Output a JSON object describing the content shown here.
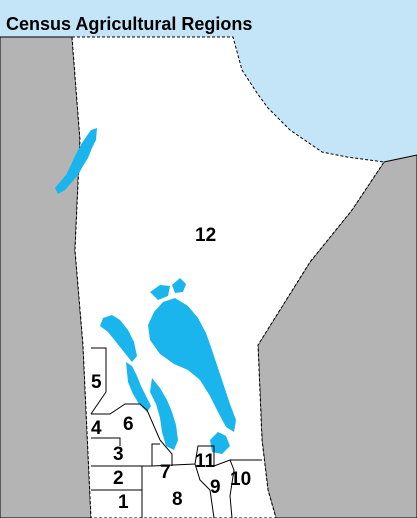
{
  "title": "Census Agricultural Regions",
  "colors": {
    "water": "#c4e4f8",
    "lake": "#1ab5ec",
    "neighbor_land": "#b4b4b4",
    "province_land": "#ffffff",
    "border": "#000000"
  },
  "regions": [
    {
      "id": "12",
      "label": "12"
    },
    {
      "id": "5",
      "label": "5"
    },
    {
      "id": "4",
      "label": "4"
    },
    {
      "id": "6",
      "label": "6"
    },
    {
      "id": "3",
      "label": "3"
    },
    {
      "id": "2",
      "label": "2"
    },
    {
      "id": "1",
      "label": "1"
    },
    {
      "id": "7",
      "label": "7"
    },
    {
      "id": "11",
      "label": "11"
    },
    {
      "id": "8",
      "label": "8"
    },
    {
      "id": "9",
      "label": "9"
    },
    {
      "id": "10",
      "label": "10"
    }
  ]
}
